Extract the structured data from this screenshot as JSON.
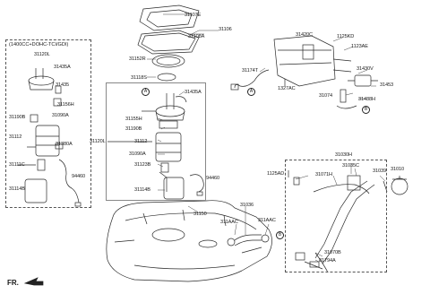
{
  "left_box": {
    "note": "(1400CC+DOHC-TCI/GDI)",
    "labels": {
      "l31120L": "31120L",
      "l31435A": "31435A",
      "l31435": "31435",
      "l31156H": "31156H",
      "l31190B": "31190B",
      "l31090A": "31090A",
      "l31112": "31112",
      "l31380A": "31380A",
      "l31111C": "31111C",
      "l94460": "94460",
      "l31114B": "31114B"
    }
  },
  "center_pump": {
    "labels": {
      "l31107E": "31107E",
      "l31106": "31106",
      "l31108A": "31108A",
      "l31152R": "31152R",
      "l31118S": "31118S",
      "l31435A": "31435A",
      "l31155H": "31155H",
      "l31190B": "31190B",
      "l31120L": "31120L",
      "l31112": "31112",
      "l31090A": "31090A",
      "l31123B": "31123B",
      "l31114B": "31114B",
      "l94460": "94460",
      "l31150": "31150"
    }
  },
  "canister": {
    "labels": {
      "l31420C": "31420C",
      "l1125KD": "1125KD",
      "l1123AE": "1123AE",
      "l31174T": "31174T",
      "l31430V": "31430V",
      "l1327AC": "1327AC",
      "l31453": "31453",
      "l31074": "31074",
      "l31488H": "31488H"
    }
  },
  "filler": {
    "labels": {
      "l31030H": "31030H",
      "l1125AD": "1125AD",
      "l31071H": "31071H",
      "l31035C": "31035C",
      "l31039": "31039",
      "l31010": "31010",
      "l31036": "31036",
      "l311AAC_a": "311AAC",
      "l311AAC_b": "311AAC",
      "l31070B": "31070B",
      "l81794A": "81794A"
    }
  },
  "refs": {
    "A": "A",
    "B": "B"
  },
  "fr_label": "FR."
}
